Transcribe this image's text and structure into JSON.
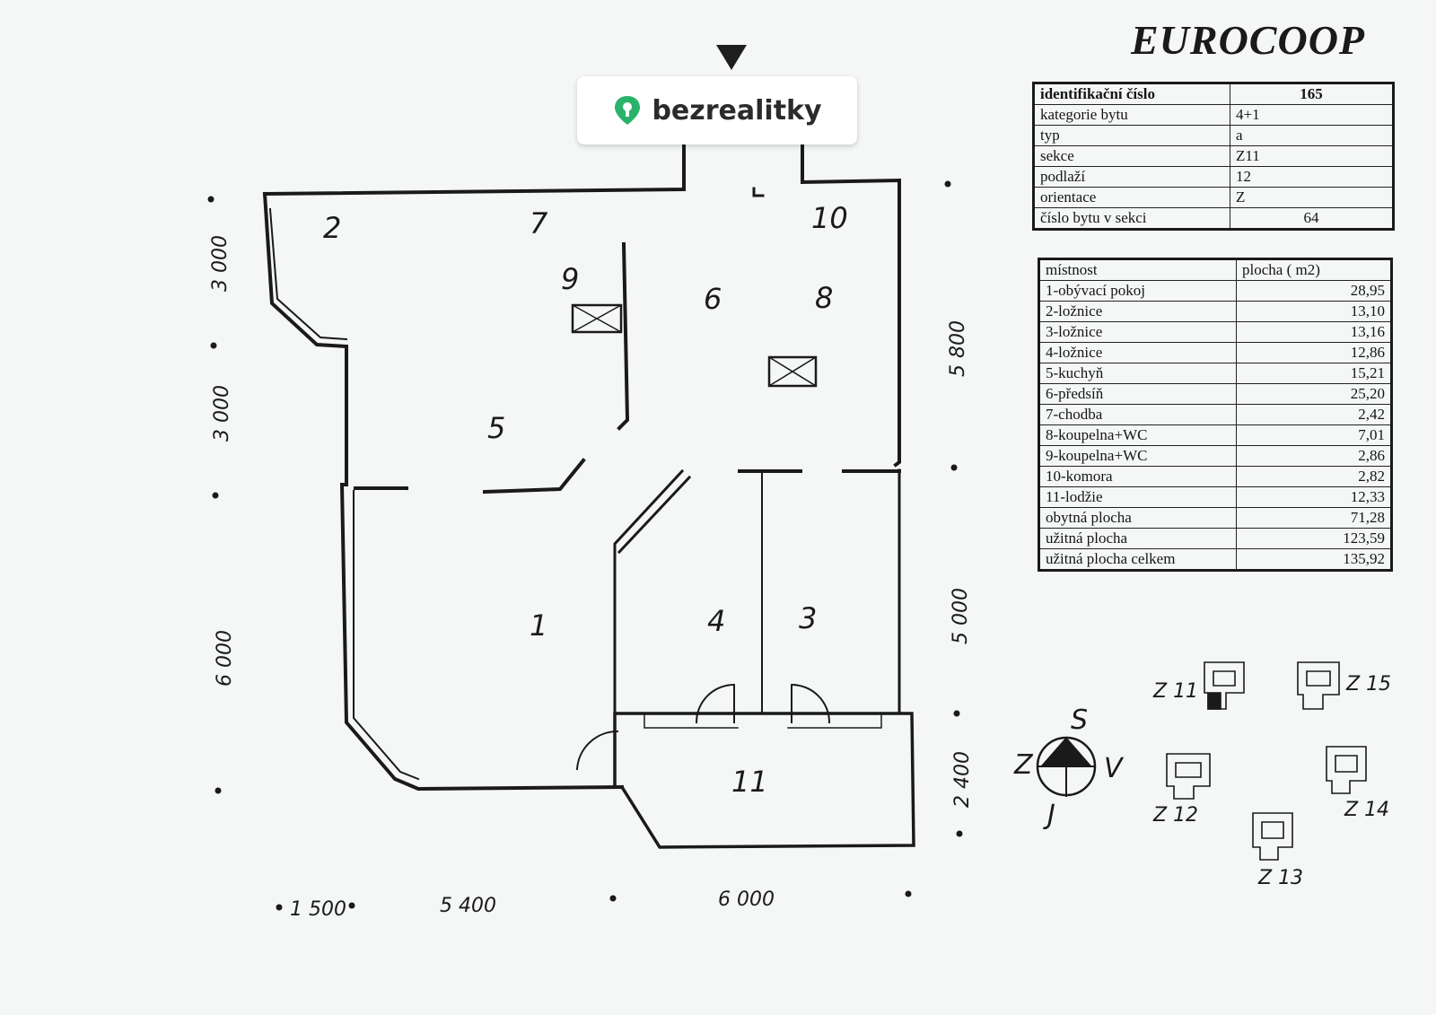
{
  "brand": {
    "title": "EUROCOOP"
  },
  "badge": {
    "text": "bezrealitky"
  },
  "identification_table": {
    "rows": [
      {
        "label": "identifikační číslo",
        "value": "165"
      },
      {
        "label": "kategorie bytu",
        "value": "4+1"
      },
      {
        "label": "typ",
        "value": "a"
      },
      {
        "label": "sekce",
        "value": "Z11"
      },
      {
        "label": "podlaží",
        "value": "12"
      },
      {
        "label": "orientace",
        "value": "Z"
      },
      {
        "label": "číslo bytu v sekci",
        "value": "64"
      }
    ]
  },
  "rooms_table": {
    "header": {
      "room": "místnost",
      "area": "plocha ( m2)"
    },
    "rows": [
      {
        "room": "1-obývací pokoj",
        "area": "28,95"
      },
      {
        "room": "2-ložnice",
        "area": "13,10"
      },
      {
        "room": "3-ložnice",
        "area": "13,16"
      },
      {
        "room": "4-ložnice",
        "area": "12,86"
      },
      {
        "room": "5-kuchyň",
        "area": "15,21"
      },
      {
        "room": "6-předsíň",
        "area": "25,20"
      },
      {
        "room": "7-chodba",
        "area": "2,42"
      },
      {
        "room": "8-koupelna+WC",
        "area": "7,01"
      },
      {
        "room": "9-koupelna+WC",
        "area": "2,86"
      },
      {
        "room": "10-komora",
        "area": "2,82"
      },
      {
        "room": "11-lodžie",
        "area": "12,33"
      }
    ],
    "totals": [
      {
        "label": "obytná plocha",
        "value": "71,28"
      },
      {
        "label": "užitná plocha",
        "value": "123,59"
      },
      {
        "label": "užitná plocha celkem",
        "value": "135,92"
      }
    ]
  },
  "plan": {
    "room_numbers": [
      "1",
      "2",
      "3",
      "4",
      "5",
      "6",
      "7",
      "8",
      "9",
      "10",
      "11"
    ],
    "dimensions": {
      "left": [
        "3 000",
        "3 000",
        "6 000"
      ],
      "right": [
        "5 800",
        "5 000",
        "2 400"
      ],
      "bottom": [
        "1 500",
        "5 400",
        "6 000"
      ]
    }
  },
  "compass": {
    "north": "S",
    "south": "J",
    "west": "Z",
    "east": "V"
  },
  "sections": [
    "Z 11",
    "Z 12",
    "Z 13",
    "Z 14",
    "Z 15"
  ]
}
